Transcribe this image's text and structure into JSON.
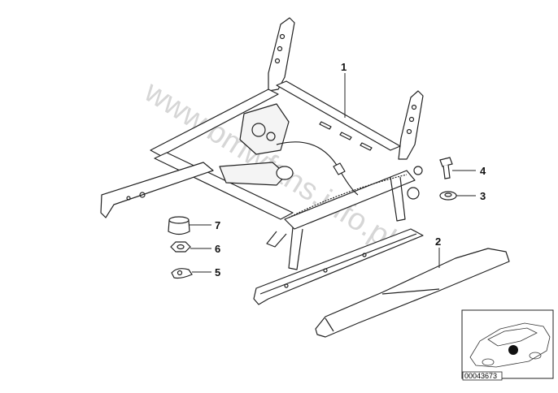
{
  "diagram": {
    "watermark_text": "www.bmwfans.info.pl",
    "callouts": [
      {
        "id": "1",
        "label": "1"
      },
      {
        "id": "2",
        "label": "2"
      },
      {
        "id": "3",
        "label": "3"
      },
      {
        "id": "4",
        "label": "4"
      },
      {
        "id": "5",
        "label": "5"
      },
      {
        "id": "6",
        "label": "6"
      },
      {
        "id": "7",
        "label": "7"
      }
    ],
    "reference_number": "00043673"
  }
}
